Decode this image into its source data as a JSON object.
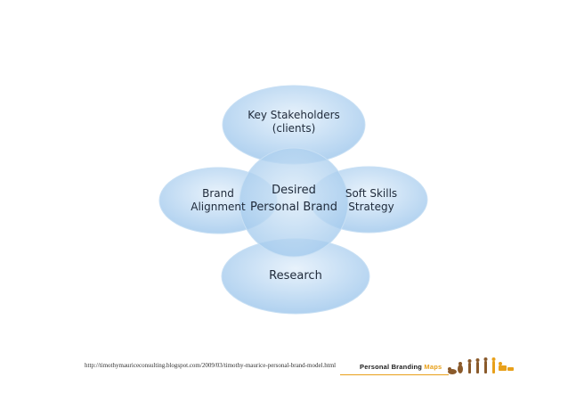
{
  "nodes": {
    "stakeholders": {
      "line1": "Key Stakeholders",
      "line2": "(clients)"
    },
    "brand_alignment": {
      "line1": "Brand",
      "line2": "Alignment"
    },
    "center": {
      "line1": "Desired",
      "line2": "Personal Brand"
    },
    "soft_skills": {
      "line1": "Soft Skills",
      "line2": "Strategy"
    },
    "research": {
      "line1": "Research"
    }
  },
  "footer": {
    "url": "http://timothymauriceconsulting.blogspot.com/2009/03/timothy-maurice-personal-brand-model.html"
  },
  "logo": {
    "text": "Personal  Branding",
    "accent": "Maps",
    "accent_color": "#e8a01a"
  },
  "colors": {
    "ellipse_light": "#e4f0fa",
    "ellipse_mid": "#b9d7f0",
    "ellipse_edge": "#8fbfe6"
  }
}
